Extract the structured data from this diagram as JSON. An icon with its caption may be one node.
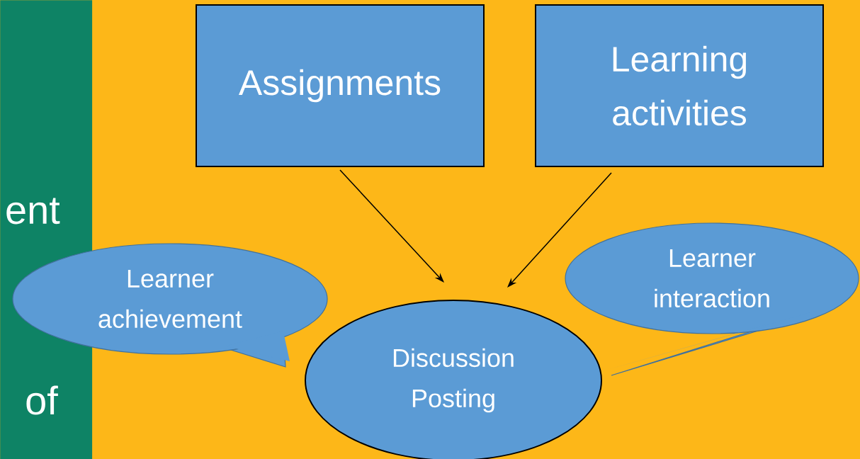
{
  "diagram": {
    "nodes": [
      {
        "text": [
          "ent",
          "of"
        ]
      },
      {
        "text": [
          "Assignments"
        ]
      },
      {
        "text": [
          "Learning activities"
        ]
      },
      {
        "text": [
          "Learner achievement"
        ]
      },
      {
        "text": [
          "Discussion Posting"
        ]
      },
      {
        "text": [
          "Learner interaction"
        ]
      }
    ],
    "edges": [
      {
        "from": 1,
        "to": 4,
        "arrow": "to"
      },
      {
        "from": 2,
        "to": 4,
        "arrow": "to"
      }
    ]
  }
}
